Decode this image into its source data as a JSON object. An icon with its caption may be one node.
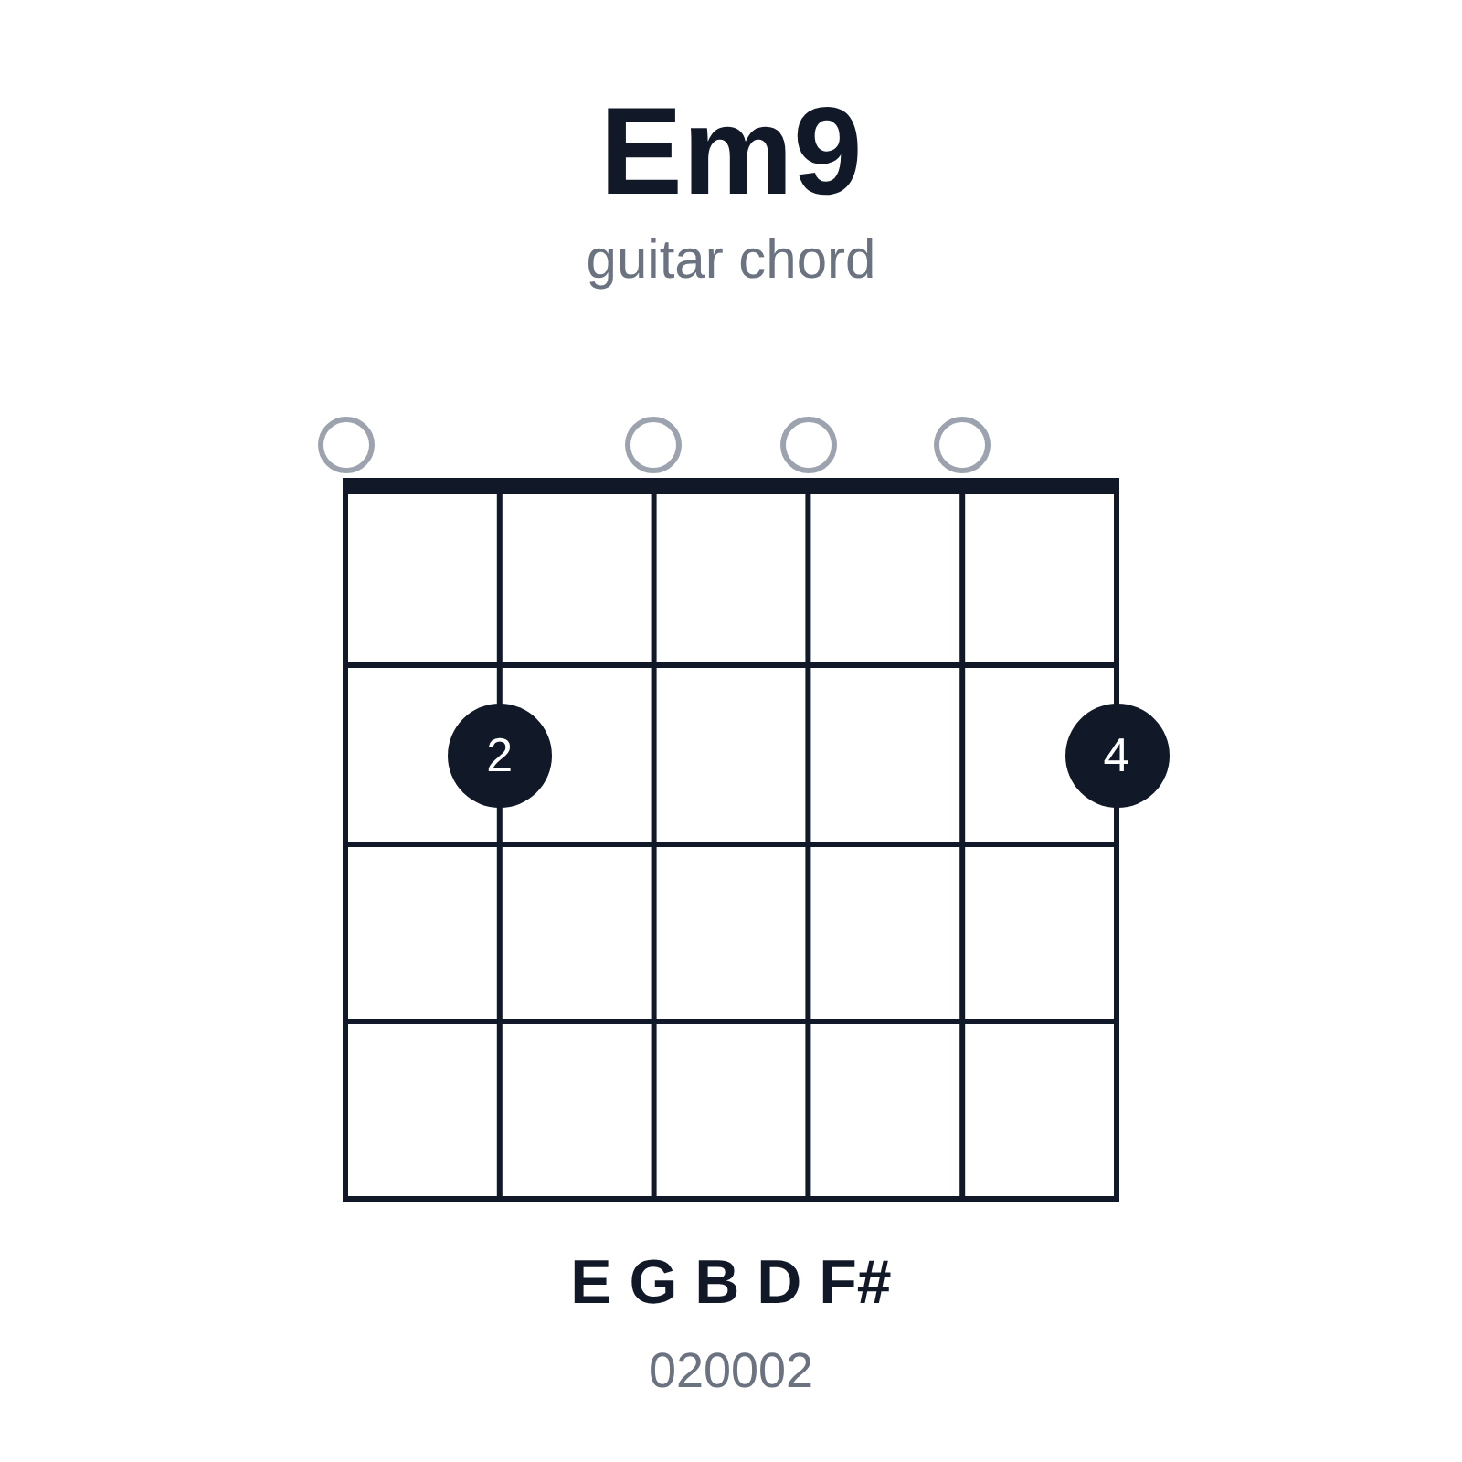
{
  "diagram": {
    "title": "Em9",
    "nodes": [
      {
        "text": [],
        "shape": "circle"
      },
      {
        "text": [],
        "shape": "circle"
      },
      {
        "text": [],
        "shape": "circle"
      },
      {
        "text": [],
        "shape": "circle"
      },
      {
        "text": [
          "2"
        ]
      },
      {
        "text": [
          "4"
        ]
      }
    ],
    "labels": [
      "guitar chord",
      "E G B D F#",
      "020002"
    ]
  }
}
